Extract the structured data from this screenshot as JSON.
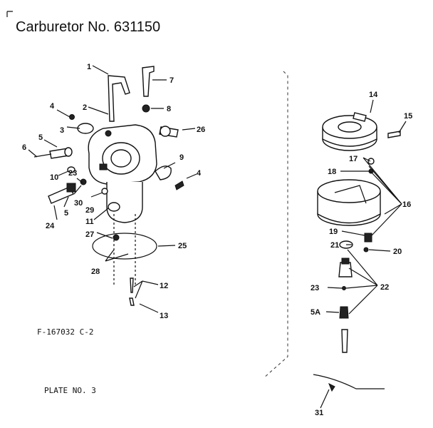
{
  "title": "Carburetor No. 631150",
  "drawing_code": "F-167032 C-2",
  "plate": "PLATE NO. 3",
  "callouts": {
    "c1": "1",
    "c2": "2",
    "c3": "3",
    "c4a": "4",
    "c4b": "4",
    "c5a": "5",
    "c5b": "5",
    "c6": "6",
    "c7": "7",
    "c8": "8",
    "c9": "9",
    "c10": "10",
    "c11": "11",
    "c12": "12",
    "c13": "13",
    "c14": "14",
    "c15": "15",
    "c16": "16",
    "c17": "17",
    "c18": "18",
    "c19": "19",
    "c20": "20",
    "c21": "21",
    "c22": "22",
    "c23a": "23",
    "c23b": "23",
    "c24": "24",
    "c25": "25",
    "c26": "26",
    "c27": "27",
    "c28": "28",
    "c29": "29",
    "c30": "30",
    "c31": "31",
    "c5A": "5A"
  }
}
